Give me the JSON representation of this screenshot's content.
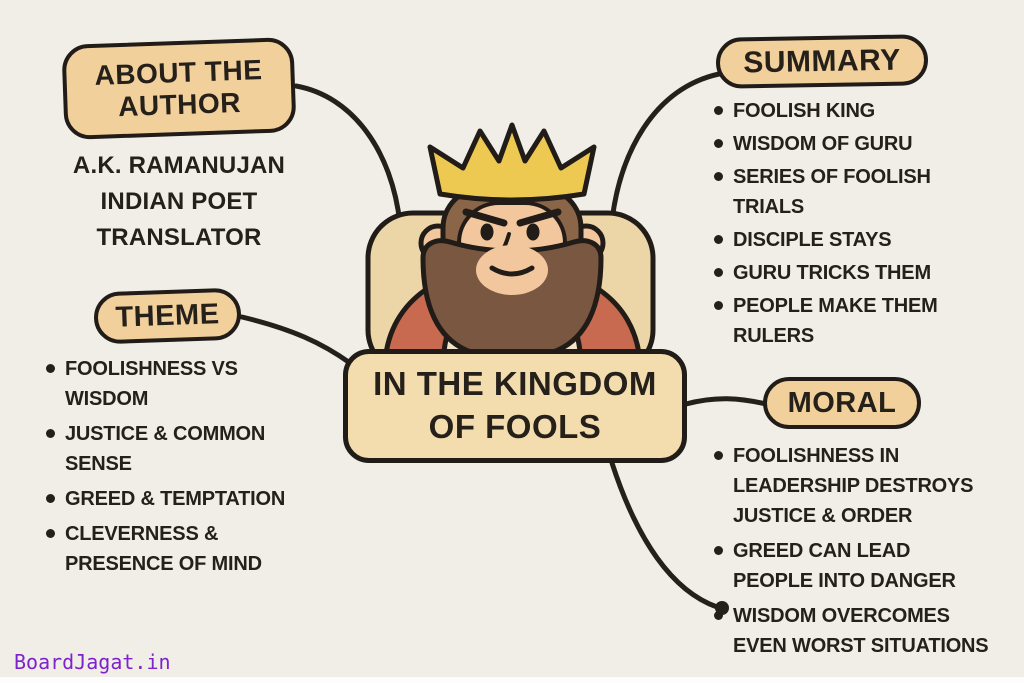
{
  "page": {
    "watermark": "BoardJagat.in",
    "background_color": "#f1eee8",
    "ink_color": "#211c17",
    "node_fill_color": "#f1d09c",
    "title_fill_color": "#f3dcae",
    "watermark_color": "#7d22cc"
  },
  "center": {
    "title_lines": [
      "IN THE KINGDOM",
      "OF FOOLS"
    ],
    "illustration": "angry-king-with-crown",
    "illustration_colors": {
      "crown": "#eec951",
      "hair": "#8a6548",
      "beard": "#7a5741",
      "skin": "#f3c79e",
      "robe": "#c76a4f",
      "collar": "#f0e5cb",
      "throne": "#ecd6a8"
    }
  },
  "nodes": {
    "about": {
      "heading_lines": [
        "ABOUT THE",
        "AUTHOR"
      ],
      "details": [
        "A.K. RAMANUJAN",
        "INDIAN POET",
        "TRANSLATOR"
      ]
    },
    "theme": {
      "heading": "THEME",
      "items": [
        [
          "FOOLISHNESS VS",
          "WISDOM"
        ],
        [
          "JUSTICE & COMMON",
          "SENSE"
        ],
        [
          "GREED & TEMPTATION"
        ],
        [
          "CLEVERNESS &",
          "PRESENCE OF MIND"
        ]
      ]
    },
    "summary": {
      "heading": "SUMMARY",
      "items": [
        [
          "FOOLISH KING"
        ],
        [
          "WISDOM OF GURU"
        ],
        [
          "SERIES OF FOOLISH",
          "TRIALS"
        ],
        [
          "DISCIPLE STAYS"
        ],
        [
          "GURU TRICKS THEM"
        ],
        [
          "PEOPLE MAKE THEM",
          "RULERS"
        ]
      ]
    },
    "moral": {
      "heading": "MORAL",
      "items": [
        [
          "FOOLISHNESS IN",
          "LEADERSHIP DESTROYS",
          "JUSTICE & ORDER"
        ],
        [
          "GREED CAN LEAD",
          "PEOPLE INTO DANGER"
        ],
        [
          "WISDOM OVERCOMES",
          "EVEN WORST SITUATIONS"
        ]
      ]
    }
  }
}
